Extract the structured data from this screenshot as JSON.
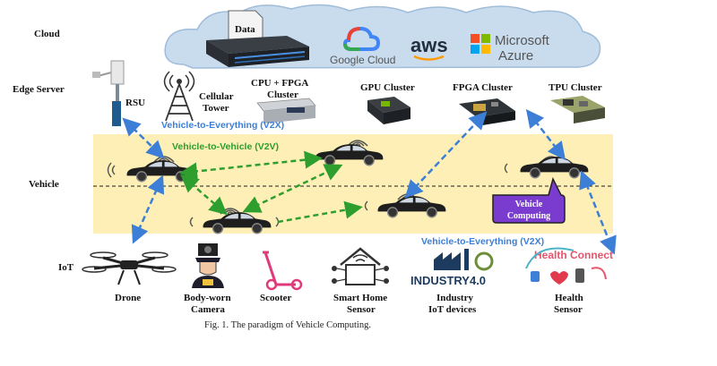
{
  "layers": {
    "cloud": "Cloud",
    "edge_server": "Edge Server",
    "vehicle": "Vehicle",
    "iot": "IoT"
  },
  "cloud": {
    "data_label": "Data",
    "providers": [
      "Google Cloud",
      "aws",
      "Microsoft",
      "Azure"
    ]
  },
  "edge": {
    "rsu": "RSU",
    "cellular_tower": [
      "Cellular",
      "Tower"
    ],
    "cpu_fpga_cluster": [
      "CPU + FPGA",
      "Cluster"
    ],
    "gpu_cluster": "GPU Cluster",
    "fpga_cluster": "FPGA Cluster",
    "tpu_cluster": "TPU Cluster"
  },
  "links": {
    "v2x_top": "Vehicle-to-Everything (V2X)",
    "v2v": "Vehicle-to-Vehicle (V2V)",
    "v2x_bottom": "Vehicle-to-Everything (V2X)"
  },
  "vehicle_computing": [
    "Vehicle",
    "Computing"
  ],
  "iot_devices": [
    {
      "label": [
        "Drone"
      ]
    },
    {
      "label": [
        "Body-worn",
        "Camera"
      ]
    },
    {
      "label": [
        "Scooter"
      ]
    },
    {
      "label": [
        "Smart Home",
        "Sensor"
      ]
    },
    {
      "label": [
        "Industry",
        "IoT devices"
      ]
    },
    {
      "label": [
        "Health",
        "Sensor"
      ]
    }
  ],
  "logos": {
    "industry": "INDUSTRY4.0",
    "health": "Health Connect"
  },
  "caption": "Fig. 1.  The paradigm of Vehicle Computing.",
  "colors": {
    "road": "#fdefb5",
    "cloud_fill": "#c9dcee",
    "v2x_blue": "#3d7fd6",
    "v2v_green": "#2e9e2e",
    "vehicle_label_red": "#e01010",
    "vehicle_computing_purple": "#7a3ccf"
  }
}
